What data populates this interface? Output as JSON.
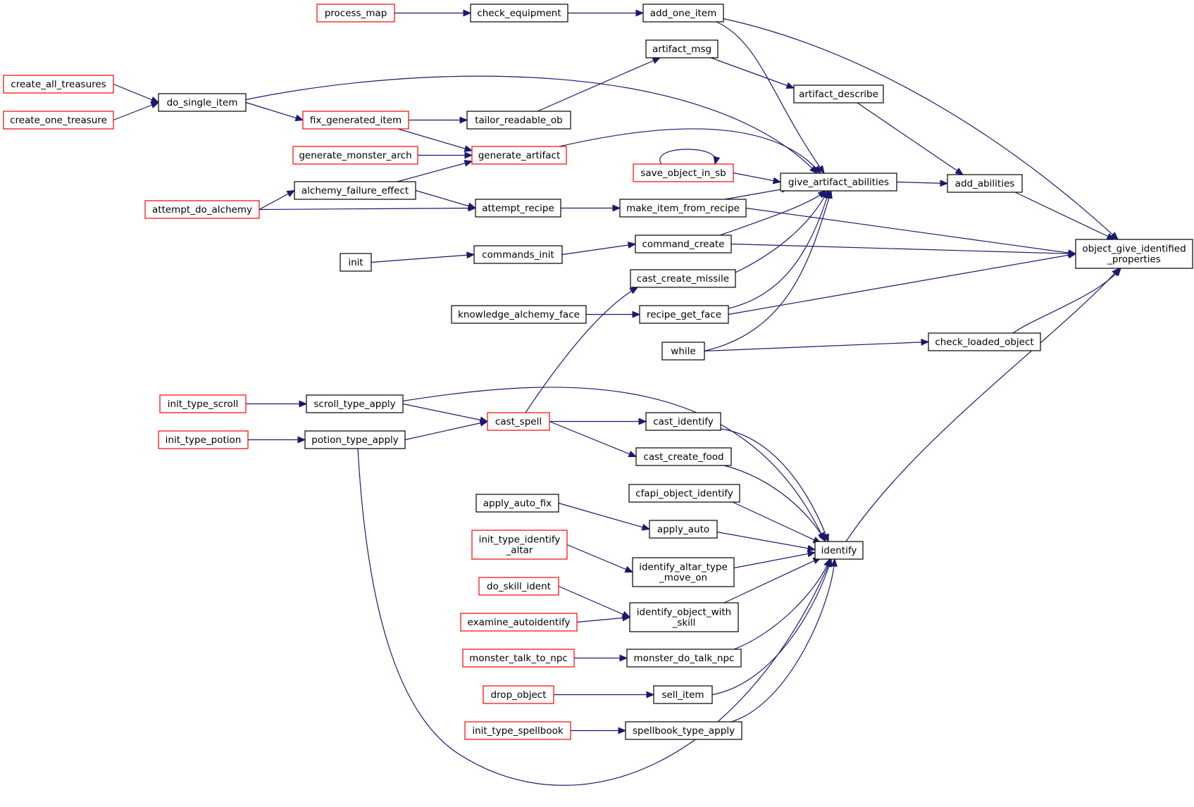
{
  "colors": {
    "edge": "#191970",
    "node_border_default": "#000000",
    "node_border_truncated": "#ff0000",
    "node_fill": "#ffffff",
    "focus_node_fill": "#bfbfbf",
    "text": "#000000"
  },
  "diagram": {
    "type": "call-graph",
    "focus_node": "object_give_identified_properties",
    "nodes": [
      {
        "id": "object_give_identified_properties",
        "lines": [
          "object_give_identified",
          "_properties"
        ],
        "style": "focus"
      },
      {
        "id": "add_one_item",
        "lines": [
          "add_one_item"
        ],
        "style": "normal"
      },
      {
        "id": "check_equipment",
        "lines": [
          "check_equipment"
        ],
        "style": "normal"
      },
      {
        "id": "process_map",
        "lines": [
          "process_map"
        ],
        "style": "truncated"
      },
      {
        "id": "artifact_msg",
        "lines": [
          "artifact_msg"
        ],
        "style": "normal"
      },
      {
        "id": "artifact_describe",
        "lines": [
          "artifact_describe"
        ],
        "style": "normal"
      },
      {
        "id": "add_abilities",
        "lines": [
          "add_abilities"
        ],
        "style": "normal"
      },
      {
        "id": "give_artifact_abilities",
        "lines": [
          "give_artifact_abilities"
        ],
        "style": "normal"
      },
      {
        "id": "do_single_item",
        "lines": [
          "do_single_item"
        ],
        "style": "normal"
      },
      {
        "id": "create_all_treasures",
        "lines": [
          "create_all_treasures"
        ],
        "style": "truncated"
      },
      {
        "id": "create_one_treasure",
        "lines": [
          "create_one_treasure"
        ],
        "style": "truncated"
      },
      {
        "id": "fix_generated_item",
        "lines": [
          "fix_generated_item"
        ],
        "style": "truncated"
      },
      {
        "id": "tailor_readable_ob",
        "lines": [
          "tailor_readable_ob"
        ],
        "style": "normal"
      },
      {
        "id": "generate_artifact",
        "lines": [
          "generate_artifact"
        ],
        "style": "truncated"
      },
      {
        "id": "generate_monster_arch",
        "lines": [
          "generate_monster_arch"
        ],
        "style": "truncated"
      },
      {
        "id": "save_object_in_sb",
        "lines": [
          "save_object_in_sb"
        ],
        "style": "truncated"
      },
      {
        "id": "alchemy_failure_effect",
        "lines": [
          "alchemy_failure_effect"
        ],
        "style": "normal"
      },
      {
        "id": "attempt_do_alchemy",
        "lines": [
          "attempt_do_alchemy"
        ],
        "style": "truncated"
      },
      {
        "id": "attempt_recipe",
        "lines": [
          "attempt_recipe"
        ],
        "style": "normal"
      },
      {
        "id": "make_item_from_recipe",
        "lines": [
          "make_item_from_recipe"
        ],
        "style": "normal"
      },
      {
        "id": "command_create",
        "lines": [
          "command_create"
        ],
        "style": "normal"
      },
      {
        "id": "commands_init",
        "lines": [
          "commands_init"
        ],
        "style": "normal"
      },
      {
        "id": "init",
        "lines": [
          "init"
        ],
        "style": "normal"
      },
      {
        "id": "cast_create_missile",
        "lines": [
          "cast_create_missile"
        ],
        "style": "normal"
      },
      {
        "id": "knowledge_alchemy_face",
        "lines": [
          "knowledge_alchemy_face"
        ],
        "style": "normal"
      },
      {
        "id": "recipe_get_face",
        "lines": [
          "recipe_get_face"
        ],
        "style": "normal"
      },
      {
        "id": "while",
        "lines": [
          "while"
        ],
        "style": "normal"
      },
      {
        "id": "check_loaded_object",
        "lines": [
          "check_loaded_object"
        ],
        "style": "normal"
      },
      {
        "id": "init_type_scroll",
        "lines": [
          "init_type_scroll"
        ],
        "style": "truncated"
      },
      {
        "id": "scroll_type_apply",
        "lines": [
          "scroll_type_apply"
        ],
        "style": "normal"
      },
      {
        "id": "cast_spell",
        "lines": [
          "cast_spell"
        ],
        "style": "truncated"
      },
      {
        "id": "cast_identify",
        "lines": [
          "cast_identify"
        ],
        "style": "normal"
      },
      {
        "id": "init_type_potion",
        "lines": [
          "init_type_potion"
        ],
        "style": "truncated"
      },
      {
        "id": "potion_type_apply",
        "lines": [
          "potion_type_apply"
        ],
        "style": "normal"
      },
      {
        "id": "cast_create_food",
        "lines": [
          "cast_create_food"
        ],
        "style": "normal"
      },
      {
        "id": "cfapi_object_identify",
        "lines": [
          "cfapi_object_identify"
        ],
        "style": "normal"
      },
      {
        "id": "apply_auto_fix",
        "lines": [
          "apply_auto_fix"
        ],
        "style": "normal"
      },
      {
        "id": "apply_auto",
        "lines": [
          "apply_auto"
        ],
        "style": "normal"
      },
      {
        "id": "identify",
        "lines": [
          "identify"
        ],
        "style": "normal"
      },
      {
        "id": "init_type_identify_altar",
        "lines": [
          "init_type_identify",
          "_altar"
        ],
        "style": "truncated"
      },
      {
        "id": "identify_altar_type_move_on",
        "lines": [
          "identify_altar_type",
          "_move_on"
        ],
        "style": "normal"
      },
      {
        "id": "do_skill_ident",
        "lines": [
          "do_skill_ident"
        ],
        "style": "truncated"
      },
      {
        "id": "identify_object_with_skill",
        "lines": [
          "identify_object_with",
          "_skill"
        ],
        "style": "normal"
      },
      {
        "id": "examine_autoidentify",
        "lines": [
          "examine_autoidentify"
        ],
        "style": "truncated"
      },
      {
        "id": "monster_talk_to_npc",
        "lines": [
          "monster_talk_to_npc"
        ],
        "style": "truncated"
      },
      {
        "id": "monster_do_talk_npc",
        "lines": [
          "monster_do_talk_npc"
        ],
        "style": "normal"
      },
      {
        "id": "drop_object",
        "lines": [
          "drop_object"
        ],
        "style": "truncated"
      },
      {
        "id": "sell_item",
        "lines": [
          "sell_item"
        ],
        "style": "normal"
      },
      {
        "id": "init_type_spellbook",
        "lines": [
          "init_type_spellbook"
        ],
        "style": "truncated"
      },
      {
        "id": "spellbook_type_apply",
        "lines": [
          "spellbook_type_apply"
        ],
        "style": "normal"
      }
    ],
    "edges": [
      {
        "from": "process_map",
        "to": "check_equipment"
      },
      {
        "from": "check_equipment",
        "to": "add_one_item"
      },
      {
        "from": "add_one_item",
        "to": "object_give_identified_properties"
      },
      {
        "from": "tailor_readable_ob",
        "to": "artifact_msg"
      },
      {
        "from": "artifact_msg",
        "to": "artifact_describe"
      },
      {
        "from": "artifact_describe",
        "to": "add_abilities"
      },
      {
        "from": "add_abilities",
        "to": "object_give_identified_properties"
      },
      {
        "from": "give_artifact_abilities",
        "to": "add_abilities"
      },
      {
        "from": "add_one_item",
        "to": "give_artifact_abilities"
      },
      {
        "from": "do_single_item",
        "to": "give_artifact_abilities"
      },
      {
        "from": "create_all_treasures",
        "to": "do_single_item"
      },
      {
        "from": "create_one_treasure",
        "to": "do_single_item"
      },
      {
        "from": "do_single_item",
        "to": "fix_generated_item"
      },
      {
        "from": "fix_generated_item",
        "to": "tailor_readable_ob"
      },
      {
        "from": "fix_generated_item",
        "to": "generate_artifact"
      },
      {
        "from": "generate_artifact",
        "to": "give_artifact_abilities"
      },
      {
        "from": "generate_monster_arch",
        "to": "generate_artifact"
      },
      {
        "from": "alchemy_failure_effect",
        "to": "generate_artifact"
      },
      {
        "from": "save_object_in_sb",
        "to": "save_object_in_sb"
      },
      {
        "from": "save_object_in_sb",
        "to": "give_artifact_abilities"
      },
      {
        "from": "attempt_do_alchemy",
        "to": "alchemy_failure_effect"
      },
      {
        "from": "alchemy_failure_effect",
        "to": "attempt_recipe"
      },
      {
        "from": "attempt_do_alchemy",
        "to": "attempt_recipe"
      },
      {
        "from": "attempt_recipe",
        "to": "make_item_from_recipe"
      },
      {
        "from": "make_item_from_recipe",
        "to": "give_artifact_abilities"
      },
      {
        "from": "make_item_from_recipe",
        "to": "object_give_identified_properties"
      },
      {
        "from": "command_create",
        "to": "give_artifact_abilities"
      },
      {
        "from": "command_create",
        "to": "object_give_identified_properties"
      },
      {
        "from": "init",
        "to": "commands_init"
      },
      {
        "from": "commands_init",
        "to": "command_create"
      },
      {
        "from": "cast_create_missile",
        "to": "give_artifact_abilities"
      },
      {
        "from": "cast_spell",
        "to": "cast_create_missile"
      },
      {
        "from": "knowledge_alchemy_face",
        "to": "recipe_get_face"
      },
      {
        "from": "recipe_get_face",
        "to": "give_artifact_abilities"
      },
      {
        "from": "recipe_get_face",
        "to": "object_give_identified_properties"
      },
      {
        "from": "while",
        "to": "give_artifact_abilities"
      },
      {
        "from": "while",
        "to": "check_loaded_object"
      },
      {
        "from": "check_loaded_object",
        "to": "object_give_identified_properties"
      },
      {
        "from": "identify",
        "to": "object_give_identified_properties"
      },
      {
        "from": "init_type_scroll",
        "to": "scroll_type_apply"
      },
      {
        "from": "scroll_type_apply",
        "to": "cast_spell"
      },
      {
        "from": "scroll_type_apply",
        "to": "identify"
      },
      {
        "from": "init_type_potion",
        "to": "potion_type_apply"
      },
      {
        "from": "potion_type_apply",
        "to": "cast_spell"
      },
      {
        "from": "potion_type_apply",
        "to": "identify"
      },
      {
        "from": "cast_spell",
        "to": "cast_identify"
      },
      {
        "from": "cast_spell",
        "to": "cast_create_food"
      },
      {
        "from": "cast_identify",
        "to": "identify"
      },
      {
        "from": "cast_create_food",
        "to": "identify"
      },
      {
        "from": "cfapi_object_identify",
        "to": "identify"
      },
      {
        "from": "apply_auto_fix",
        "to": "apply_auto"
      },
      {
        "from": "apply_auto",
        "to": "identify"
      },
      {
        "from": "init_type_identify_altar",
        "to": "identify_altar_type_move_on"
      },
      {
        "from": "identify_altar_type_move_on",
        "to": "identify"
      },
      {
        "from": "do_skill_ident",
        "to": "identify_object_with_skill"
      },
      {
        "from": "examine_autoidentify",
        "to": "identify_object_with_skill"
      },
      {
        "from": "identify_object_with_skill",
        "to": "identify"
      },
      {
        "from": "monster_talk_to_npc",
        "to": "monster_do_talk_npc"
      },
      {
        "from": "monster_do_talk_npc",
        "to": "identify"
      },
      {
        "from": "drop_object",
        "to": "sell_item"
      },
      {
        "from": "sell_item",
        "to": "identify"
      },
      {
        "from": "init_type_spellbook",
        "to": "spellbook_type_apply"
      },
      {
        "from": "spellbook_type_apply",
        "to": "identify"
      }
    ]
  }
}
